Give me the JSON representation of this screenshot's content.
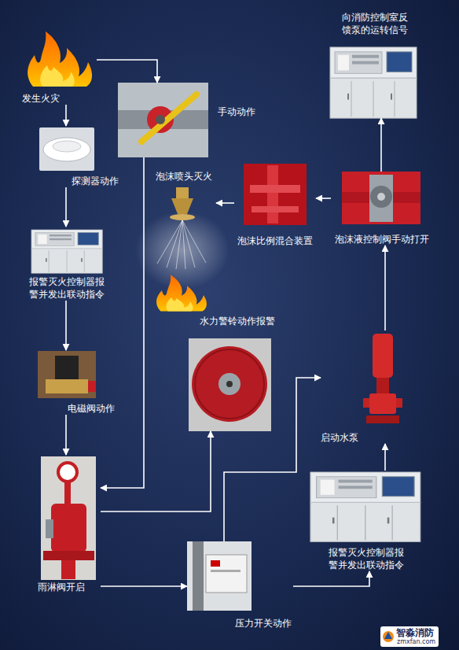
{
  "diagram": {
    "nodes": [
      {
        "text": [
          "发生火灾"
        ]
      },
      {
        "text": [
          "手动动作"
        ]
      },
      {
        "text": [
          "探测器动作"
        ]
      },
      {
        "text": [
          "报警灭火控制器报警并发出联动指令"
        ]
      },
      {
        "text": [
          "电磁阀动作"
        ]
      },
      {
        "text": [
          "雨淋阀开启"
        ]
      },
      {
        "text": [
          "水力警铃动作报警"
        ]
      },
      {
        "text": [
          "压力开关动作"
        ]
      },
      {
        "text": [
          "报警灭火控制器报警并发出联动指令"
        ]
      },
      {
        "text": [
          "启动水泵"
        ]
      },
      {
        "text": [
          "泡沫液控制阀手动打开"
        ]
      },
      {
        "text": [
          "泡沫比例混合装置"
        ]
      },
      {
        "text": [
          "泡沫喷头灭火"
        ]
      },
      {
        "text": [
          "向消防控制室反馈泵的运转信号"
        ]
      }
    ],
    "edges": [
      {
        "from": 0,
        "to": 1,
        "arrow": "to"
      },
      {
        "from": 0,
        "to": 2,
        "arrow": "to"
      },
      {
        "from": 2,
        "to": 3,
        "arrow": "to"
      },
      {
        "from": 3,
        "to": 4,
        "arrow": "to"
      },
      {
        "from": 4,
        "to": 5,
        "arrow": "to"
      },
      {
        "from": 1,
        "to": 5,
        "arrow": "to"
      },
      {
        "from": 5,
        "to": 6,
        "arrow": "to"
      },
      {
        "from": 5,
        "to": 7,
        "arrow": "to"
      },
      {
        "from": 7,
        "to": 8,
        "arrow": "to"
      },
      {
        "from": 7,
        "to": 9,
        "arrow": "to"
      },
      {
        "from": 8,
        "to": 9,
        "arrow": "to"
      },
      {
        "from": 9,
        "to": 10,
        "arrow": "to"
      },
      {
        "from": 10,
        "to": 13,
        "arrow": "to"
      },
      {
        "from": 10,
        "to": 11,
        "arrow": "to"
      },
      {
        "from": 11,
        "to": 12,
        "arrow": "to"
      }
    ],
    "labels": [
      "智淼消防",
      "zmxfan.com"
    ]
  }
}
